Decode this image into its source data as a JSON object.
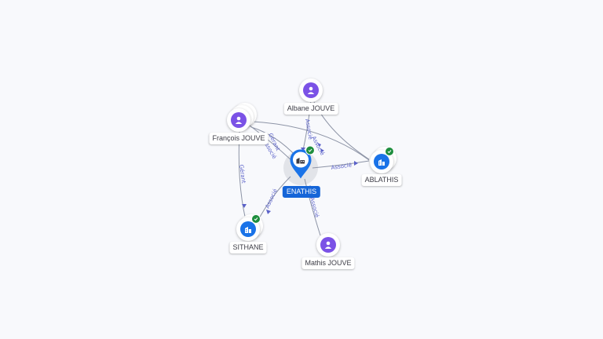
{
  "graph": {
    "center": {
      "label": "ENATHIS"
    },
    "nodes": {
      "albane": {
        "label": "Albane JOUVE",
        "type": "person-icon"
      },
      "francois": {
        "label": "François JOUVE",
        "type": "person-icon"
      },
      "ablathis": {
        "label": "ABLATHIS",
        "type": "company-icon",
        "verified": true
      },
      "sithane": {
        "label": "SITHANE",
        "type": "company-icon",
        "verified": true
      },
      "mathis": {
        "label": "Mathis JOUVE",
        "type": "person-icon"
      }
    },
    "edge_labels": {
      "albane_enathis": "Associé",
      "albane_ablathis": "Associé",
      "francois_enathis_1": "Gérant",
      "francois_enathis_2": "Associé",
      "francois_sithane": "Gérant",
      "enathis_ablathis": "Associé",
      "enathis_sithane": "Associé",
      "mathis_enathis": "Associé"
    }
  },
  "colors": {
    "person": "#7b52e6",
    "company": "#1a73e8",
    "center_label_bg": "#1565d8",
    "verified": "#1e8e3e",
    "edge_label": "#5b62c9"
  }
}
